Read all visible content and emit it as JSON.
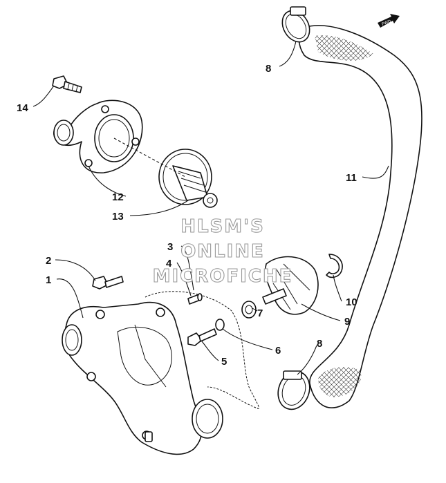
{
  "callouts": {
    "c1": "1",
    "c2": "2",
    "c3": "3",
    "c4": "4",
    "c5": "5",
    "c6": "6",
    "c7": "7",
    "c8a": "8",
    "c8b": "8",
    "c9": "9",
    "c10": "10",
    "c11": "11",
    "c12": "12",
    "c13": "13",
    "c14": "14"
  },
  "watermark": {
    "line1": "HLSM'S",
    "line2": "ONLINE",
    "line3": "MICROFICHE"
  },
  "fwd_marker": "FWD",
  "icons": [
    "forward-arrow-icon"
  ]
}
